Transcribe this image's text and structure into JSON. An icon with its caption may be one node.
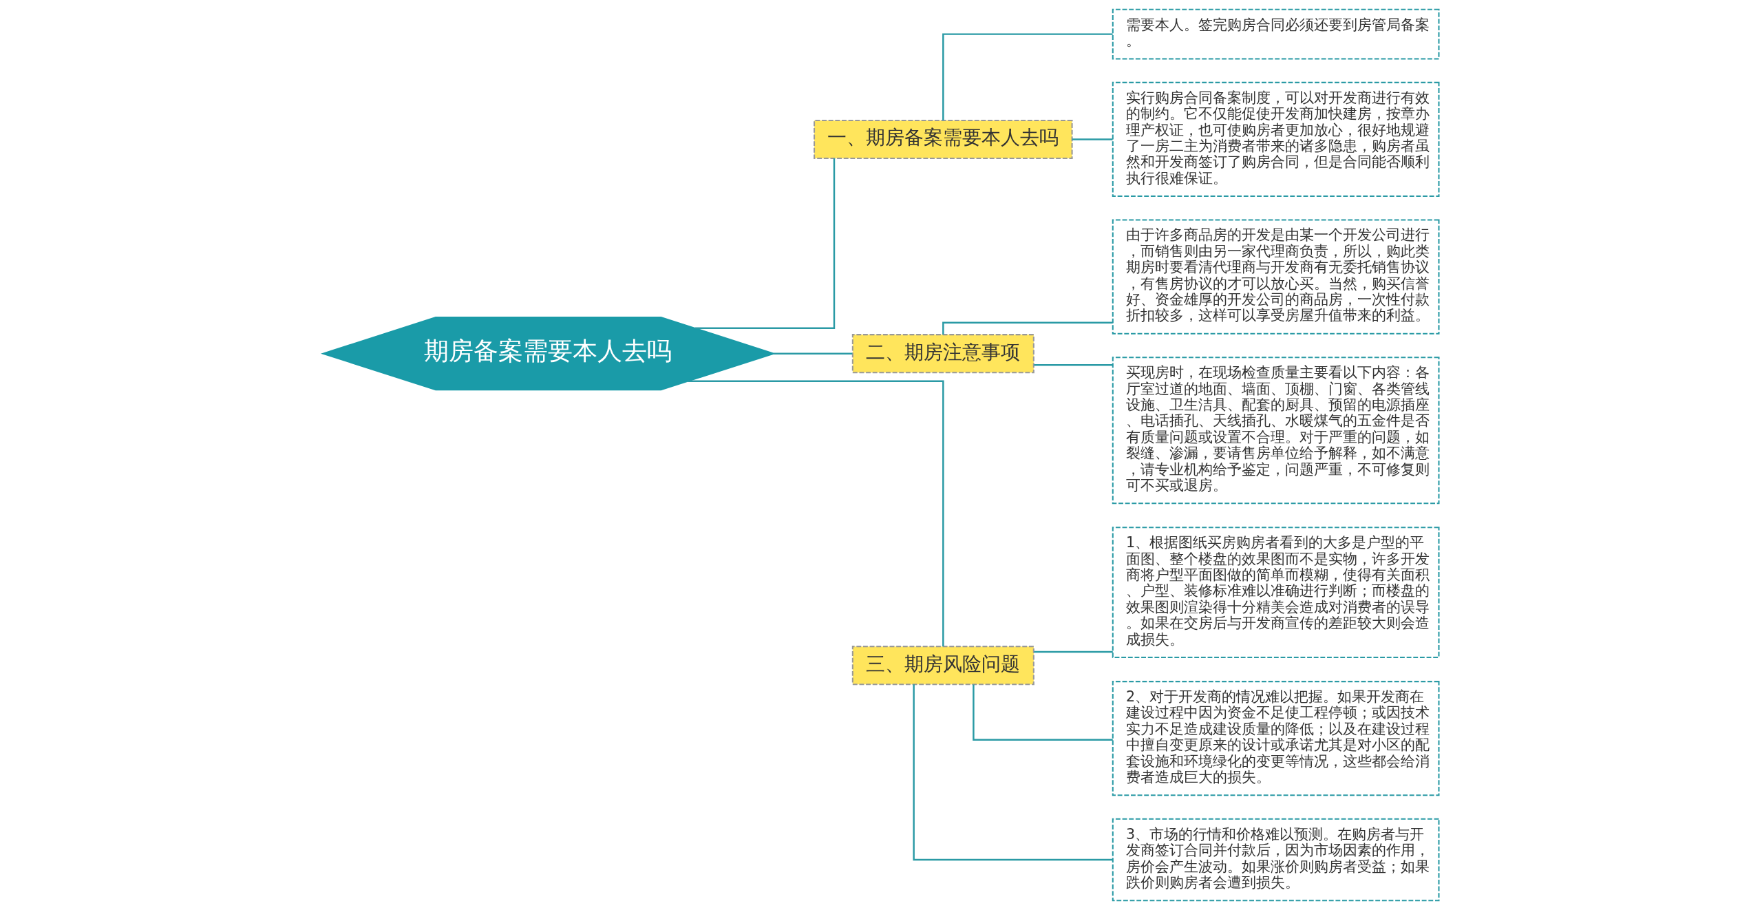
{
  "diagram": {
    "nodes": [
      {
        "text": [
          "期房备案需要本人去吗"
        ]
      },
      {
        "text": [
          "一、期房备案需要本人去吗"
        ]
      },
      {
        "text": [
          "需要本人。签完购房合同必须还要到房管局备案。"
        ]
      },
      {
        "text": [
          "实行购房合同备案制度，可以对开发商进行有效的制约。它不仅能促使开发商加快建房，按章办理产权证，也可使购房者更加放心，很好地规避了一房二主为消费者带来的诸多隐患，购房者虽然和开发商签订了购房合同，但是合同能否顺利执行很难保证。"
        ]
      },
      {
        "text": [
          "二、期房注意事项"
        ]
      },
      {
        "text": [
          "由于许多商品房的开发是由某一个开发公司进行，而销售则由另一家代理商负责，所以，购此类期房时要看清代理商与开发商有无委托销售协议，有售房协议的才可以放心买。当然，购买信誉好、资金雄厚的开发公司的商品房，一次性付款折扣较多，这样可以享受房屋升值带来的利益。"
        ]
      },
      {
        "text": [
          "买现房时，在现场检查质量主要看以下内容：各厅室过道的地面、墙面、顶棚、门窗、各类管线设施、卫生洁具、配套的厨具、预留的电源插座、电话插孔、天线插孔、水暖煤气的五金件是否有质量问题或设置不合理。对于严重的问题，如裂缝、渗漏，要请售房单位给予解释，如不满意，请专业机构给予鉴定，问题严重，不可修复则可不买或退房。"
        ]
      },
      {
        "text": [
          "三、期房风险问题"
        ]
      },
      {
        "text": [
          "1、根据图纸买房购房者看到的大多是户型的平面图、整个楼盘的效果图而不是实物，许多开发商将户型平面图做的简单而模糊，使得有关面积、户型、装修标准难以准确进行判断；而楼盘的效果图则渲染得十分精美会造成对消费者的误导。如果在交房后与开发商宣传的差距较大则会造成损失。"
        ]
      },
      {
        "text": [
          "2、对于开发商的情况难以把握。如果开发商在建设过程中因为资金不足使工程停顿；或因技术实力不足造成建设质量的降低；以及在建设过程中擅自变更原来的设计或承诺尤其是对小区的配套设施和环境绿化的变更等情况，这些都会给消费者造成巨大的损失。"
        ]
      },
      {
        "text": [
          "3、市场的行情和价格难以预测。在购房者与开发商签订合同并付款后，因为市场因素的作用，房价会产生波动。如果涨价则购房者受益；如果跌价则购房者会遭到损失。"
        ]
      }
    ],
    "edges": [
      {
        "from": 0,
        "to": 1,
        "arrow": "none"
      },
      {
        "from": 1,
        "to": 2,
        "arrow": "none"
      },
      {
        "from": 1,
        "to": 3,
        "arrow": "none"
      },
      {
        "from": 0,
        "to": 4,
        "arrow": "none"
      },
      {
        "from": 4,
        "to": 5,
        "arrow": "none"
      },
      {
        "from": 4,
        "to": 6,
        "arrow": "none"
      },
      {
        "from": 0,
        "to": 7,
        "arrow": "none"
      },
      {
        "from": 7,
        "to": 8,
        "arrow": "none"
      },
      {
        "from": 7,
        "to": 9,
        "arrow": "none"
      },
      {
        "from": 7,
        "to": 10,
        "arrow": "none"
      }
    ]
  }
}
